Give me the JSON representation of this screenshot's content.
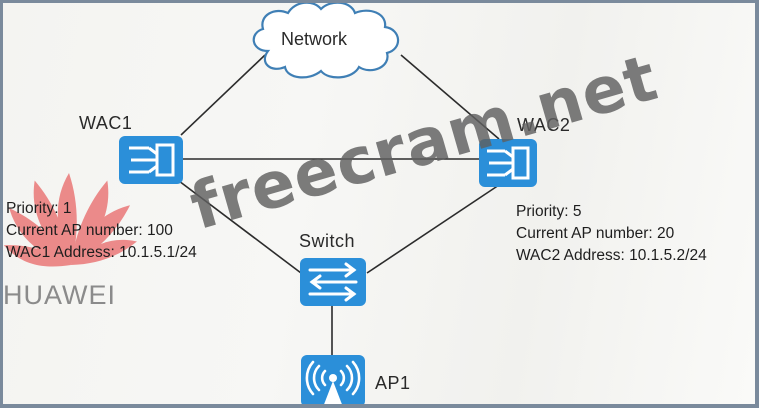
{
  "network": {
    "label": "Network"
  },
  "wac1": {
    "label": "WAC1",
    "icon": "wireless-access-controller-icon",
    "info": [
      "Priority: 1",
      "Current AP number: 100",
      "WAC1 Address: 10.1.5.1/24"
    ]
  },
  "wac2": {
    "label": "WAC2",
    "icon": "wireless-access-controller-icon",
    "info": [
      "Priority: 5",
      "Current AP number: 20",
      "WAC2 Address: 10.1.5.2/24"
    ]
  },
  "switch": {
    "label": "Switch",
    "icon": "switch-arrows-icon"
  },
  "ap1": {
    "label": "AP1",
    "icon": "wireless-ap-icon"
  },
  "logo": {
    "text": "HUAWEI",
    "color": "#e23b3b"
  },
  "watermark": {
    "text": "freecram.net"
  },
  "colors": {
    "device_blue": "#2b8fd9",
    "cloud_stroke": "#3f7fb5",
    "link": "#2c2c2c"
  }
}
